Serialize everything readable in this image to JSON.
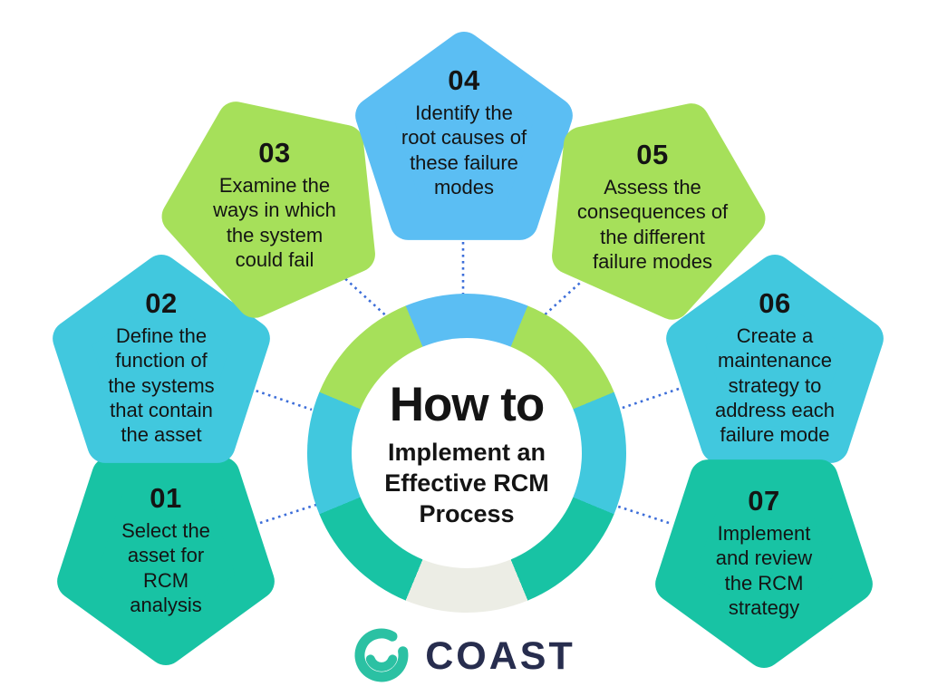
{
  "center": {
    "title": "How to",
    "subtitle": "Implement an\nEffective RCM\nProcess"
  },
  "steps": [
    {
      "number": "01",
      "text": "Select the\nasset for\nRCM\nanalysis",
      "color": "#18C3A4"
    },
    {
      "number": "02",
      "text": "Define the\nfunction of\nthe systems\nthat contain\nthe asset",
      "color": "#41C8DE"
    },
    {
      "number": "03",
      "text": "Examine the\nways in which\nthe system\ncould fail",
      "color": "#A6E05A"
    },
    {
      "number": "04",
      "text": "Identify the\nroot causes of\nthese failure\nmodes",
      "color": "#5BBEF3"
    },
    {
      "number": "05",
      "text": "Assess the\nconsequences of\nthe different\nfailure modes",
      "color": "#A6E05A"
    },
    {
      "number": "06",
      "text": "Create a\nmaintenance\nstrategy to\naddress each\nfailure mode",
      "color": "#41C8DE"
    },
    {
      "number": "07",
      "text": "Implement\nand review\nthe RCM\nstrategy",
      "color": "#18C3A4"
    }
  ],
  "logo": {
    "text": "COAST"
  },
  "colors": {
    "teal": "#18C3A4",
    "cyan": "#41C8DE",
    "lime": "#A6E05A",
    "blue": "#5BBEF3",
    "ring-gray": "#ECEDE5",
    "dotted": "#3D6ED9",
    "text": "#141414",
    "navy": "#272D4E",
    "logo-teal": "#2BC1A3"
  }
}
